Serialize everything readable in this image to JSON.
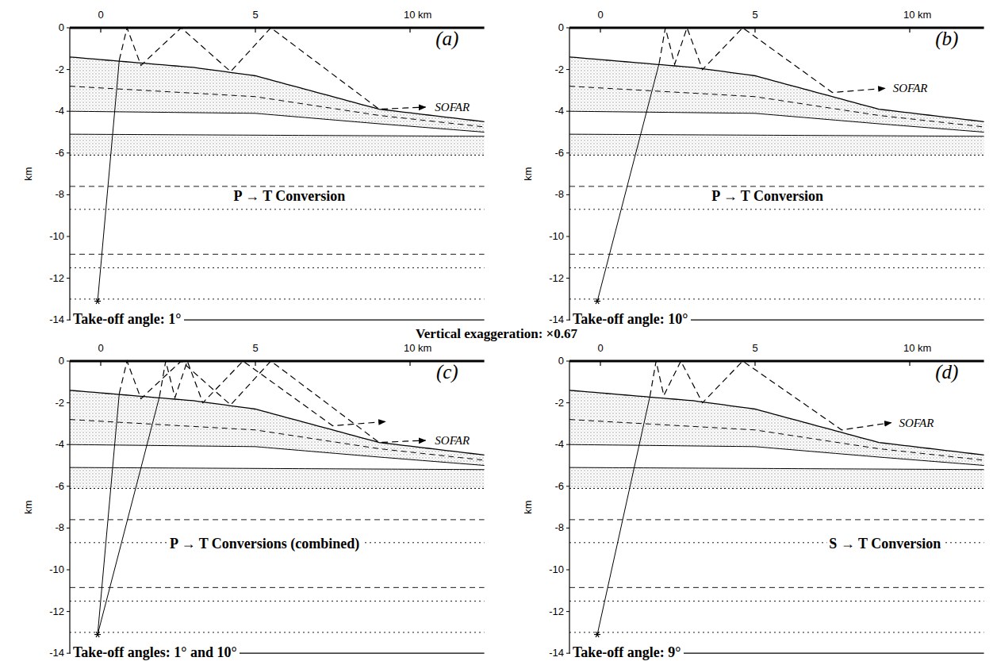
{
  "diagram": {
    "labels": [
      "0",
      "5",
      "10 km",
      "0",
      "-2",
      "-4",
      "-6",
      "-8",
      "-10",
      "-12",
      "-14",
      "km",
      "(a)",
      "SOFAR",
      "P → T Conversion",
      "Take-off angle: 1°",
      "0",
      "5",
      "10 km",
      "0",
      "-2",
      "-4",
      "-6",
      "-8",
      "-10",
      "-12",
      "-14",
      "km",
      "(b)",
      "SOFAR",
      "P → T Conversion",
      "Take-off angle: 10°",
      "Vertical exaggeration: ×0.67",
      "0",
      "5",
      "10 km",
      "0",
      "-2",
      "-4",
      "-6",
      "-8",
      "-10",
      "-12",
      "-14",
      "km",
      "(c)",
      "SOFAR",
      "P → T Conversions (combined)",
      "Take-off angles: 1° and 10°",
      "0",
      "5",
      "10 km",
      "0",
      "-2",
      "-4",
      "-6",
      "-8",
      "-10",
      "-12",
      "-14",
      "km",
      "(d)",
      "SOFAR",
      "S → T Conversion",
      "Take-off angle: 9°"
    ]
  }
}
